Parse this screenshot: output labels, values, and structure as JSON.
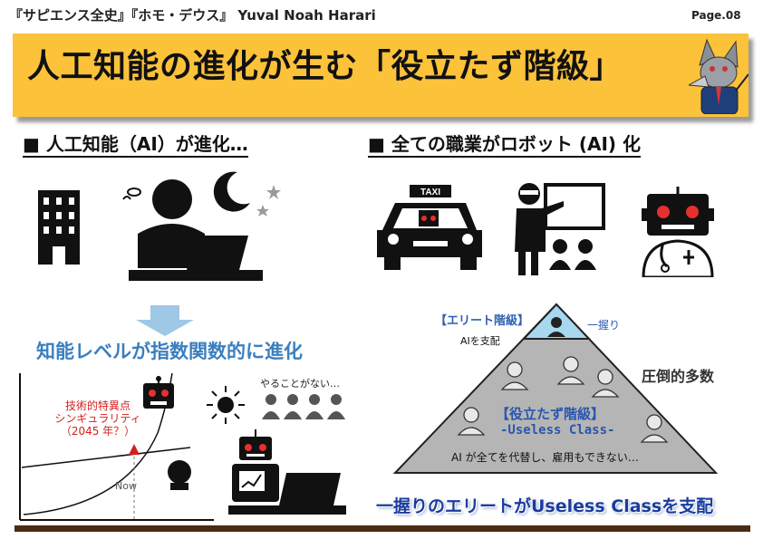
{
  "header": {
    "book_title": "『サピエンス全史』『ホモ・デウス』 Yuval Noah Harari",
    "page": "Page.08"
  },
  "banner": {
    "title": "人工知能の進化が生む「役立たず階級」"
  },
  "left": {
    "heading": "■ 人工知能（AI）が進化…",
    "evolution": "知能レベルが指数関数的に進化",
    "singularity_lines": [
      "技術的特異点",
      "シンギュラリティ",
      "（2045 年？）"
    ],
    "now_label": "Now",
    "idle_text": "やることがない…"
  },
  "right": {
    "heading": "■ 全ての職業がロボット (AI) 化",
    "taxi_sign": "TAXI",
    "elite_label": "【エリート階級】",
    "ai_rules": "AIを支配",
    "few": "一握り",
    "majority": "圧倒的多数",
    "useless_jp": "【役立たず階級】",
    "useless_en": "-Useless Class-",
    "replace": "AI が全てを代替し、雇用もできない…"
  },
  "footer": {
    "message": "一握りのエリートがUseless Classを支配"
  },
  "colors": {
    "banner": "#fbc23a",
    "evolution_text": "#3b7fbf",
    "singularity_text": "#d42020",
    "pyramid": "#b5b5b5",
    "pyramid_top": "#a7d8ef",
    "footer_text": "#1b3c9e",
    "footer_bar": "#4a2b14"
  }
}
